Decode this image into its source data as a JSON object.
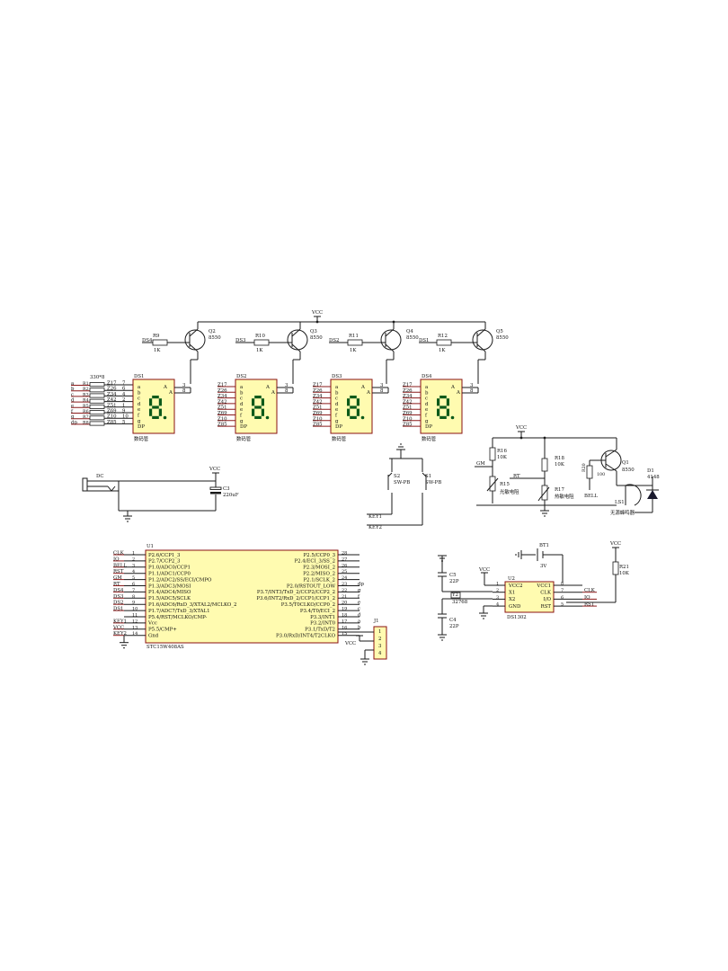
{
  "power": {
    "vcc": "VCC"
  },
  "digits": [
    {
      "tube_ref": "DS1",
      "drive_net": "DS4",
      "resistor_ref": "R9",
      "resistor_val": "1K",
      "transistor_ref": "Q2",
      "transistor_val": "8550"
    },
    {
      "tube_ref": "DS2",
      "drive_net": "DS3",
      "resistor_ref": "R10",
      "resistor_val": "1K",
      "transistor_ref": "Q3",
      "transistor_val": "8550"
    },
    {
      "tube_ref": "DS3",
      "drive_net": "DS2",
      "resistor_ref": "R11",
      "resistor_val": "1K",
      "transistor_ref": "Q4",
      "transistor_val": "8550"
    },
    {
      "tube_ref": "DS4",
      "drive_net": "DS1",
      "resistor_ref": "R12",
      "resistor_val": "1K",
      "transistor_ref": "Q5",
      "transistor_val": "8550"
    }
  ],
  "tube": {
    "seg_pins": [
      "a",
      "b",
      "c",
      "d",
      "e",
      "f",
      "g",
      "DP"
    ],
    "common_label": "A",
    "common_pins": [
      "3",
      "8"
    ],
    "part_name": "数码管",
    "first_pin_numbers": [
      "7",
      "6",
      "4",
      "2",
      "1",
      "9",
      "10",
      "5"
    ]
  },
  "resistor_network": {
    "value": "330*8",
    "refs": [
      "R1",
      "R2",
      "R3",
      "R4",
      "R5",
      "R6",
      "R7",
      "R8"
    ],
    "inputs": [
      "a",
      "b",
      "c",
      "d",
      "e",
      "f",
      "g",
      "dp"
    ]
  },
  "segment_nets": [
    "Z17",
    "Z26",
    "Z34",
    "Z42",
    "Z51",
    "Z69",
    "Z10",
    "Z85"
  ],
  "dc_jack": {
    "ref": "DC"
  },
  "capacitor_c3": {
    "ref": "C3",
    "value": "220uF"
  },
  "switches": {
    "s1": {
      "ref": "S1",
      "type": "SW-PB"
    },
    "s2": {
      "ref": "S2",
      "type": "SW-PB"
    },
    "nets": [
      "KEY1",
      "KEY2"
    ]
  },
  "sensors": {
    "gm_net": "GM",
    "rt_net": "RT",
    "bell_net": "BELL",
    "r16": {
      "ref": "R16",
      "value": "10K"
    },
    "r18": {
      "ref": "R18",
      "value": "10K"
    },
    "r15": {
      "ref": "R15",
      "name": "光敏电阻"
    },
    "r17": {
      "ref": "R17",
      "name": "热敏电阻"
    },
    "r20": {
      "ref": "R20",
      "value": "100"
    },
    "q1": {
      "ref": "Q1",
      "value": "8550"
    },
    "d1": {
      "ref": "D1",
      "value": "4148"
    },
    "ls1": {
      "ref": "LS1",
      "name": "无源蜂鸣器"
    }
  },
  "mcu": {
    "ref": "U1",
    "part": "STC15W408AS",
    "left_nets": [
      "CLK",
      "IO",
      "BELL",
      "RST",
      "GM",
      "RT",
      "DS4",
      "DS3",
      "DS2",
      "DS1",
      "",
      "KEY1",
      "VCC",
      "KEY2"
    ],
    "left_pins": [
      {
        "num": "1",
        "name": "P2.6/CCP1_3"
      },
      {
        "num": "2",
        "name": "P2.7/CCP2_3"
      },
      {
        "num": "3",
        "name": "P1.0/ADC0/CCP1"
      },
      {
        "num": "4",
        "name": "P1.1/ADC1/CCP0"
      },
      {
        "num": "5",
        "name": "P1.2/ADC2/SS/ECI/CMPO"
      },
      {
        "num": "6",
        "name": "P1.3/ADC3/MOSI"
      },
      {
        "num": "7",
        "name": "P1.4/ADC4/MISO"
      },
      {
        "num": "8",
        "name": "P1.5/ADC5/SCLK"
      },
      {
        "num": "9",
        "name": "P1.6/ADC6/RxD_3/XTAL2/MCLKO_2"
      },
      {
        "num": "10",
        "name": "P1.7/ADC7/TxD_3/XTAL1"
      },
      {
        "num": "11",
        "name": "P5.4/RST/MCLKO/CMP-"
      },
      {
        "num": "12",
        "name": "Vcc"
      },
      {
        "num": "13",
        "name": "P5.5/CMP+"
      },
      {
        "num": "14",
        "name": "Gnd"
      }
    ],
    "right_pins": [
      {
        "num": "28",
        "name": "P2.5/CCP0_3",
        "net": ""
      },
      {
        "num": "27",
        "name": "P2.4/ECI_3/SS_2",
        "net": ""
      },
      {
        "num": "26",
        "name": "P2.3/MOSI_2",
        "net": ""
      },
      {
        "num": "25",
        "name": "P2.2/MISO_2",
        "net": ""
      },
      {
        "num": "24",
        "name": "P2.1/SCLK_2",
        "net": ""
      },
      {
        "num": "23",
        "name": "P2.0/RSTOUT_LOW",
        "net": "dp"
      },
      {
        "num": "22",
        "name": "P3.7/INT3/TxD_2/CCP2/CCP2_2",
        "net": "g"
      },
      {
        "num": "21",
        "name": "P3.6/INT2/RxD_2/CCP1/CCP1_2",
        "net": "f"
      },
      {
        "num": "20",
        "name": "P3.5/T0CLKO/CCP0_2",
        "net": "e"
      },
      {
        "num": "19",
        "name": "P3.4/T0/ECI_2",
        "net": "c"
      },
      {
        "num": "18",
        "name": "P3.3/INT1",
        "net": "d"
      },
      {
        "num": "17",
        "name": "P3.2/INT0",
        "net": "a"
      },
      {
        "num": "16",
        "name": "P3.1/TxD/T2",
        "net": "b"
      },
      {
        "num": "15",
        "name": "P3.0/RxD/INT4/T2CLKO",
        "net": ""
      }
    ],
    "right_visible_nets": [
      "dp",
      "g",
      "f",
      "e",
      "c",
      "d",
      "a",
      "b"
    ],
    "vcc_label": "VCC"
  },
  "header_j1": {
    "ref": "J1",
    "pins": [
      "1",
      "2",
      "3",
      "4"
    ],
    "vcc_label": "VCC"
  },
  "rtc": {
    "ref": "U2",
    "part": "DS1302",
    "left_pins": [
      {
        "num": "1",
        "name": "VCC2"
      },
      {
        "num": "2",
        "name": "X1"
      },
      {
        "num": "3",
        "name": "X2"
      },
      {
        "num": "4",
        "name": "GND"
      }
    ],
    "right_pins": [
      {
        "num": "8",
        "name": "VCC1",
        "net": ""
      },
      {
        "num": "7",
        "name": "CLK",
        "net": "CLK"
      },
      {
        "num": "6",
        "name": "I/O",
        "net": "IO"
      },
      {
        "num": "5",
        "name": "RST",
        "net": "RST"
      }
    ],
    "battery": {
      "ref": "BT1",
      "value": "3V"
    },
    "crystal": {
      "ref": "Y2",
      "value": "32768"
    },
    "c5": {
      "ref": "C5",
      "value": "22P"
    },
    "c4": {
      "ref": "C4",
      "value": "22P"
    },
    "r21": {
      "ref": "R21",
      "value": "10K"
    },
    "vcc_label": "VCC"
  }
}
